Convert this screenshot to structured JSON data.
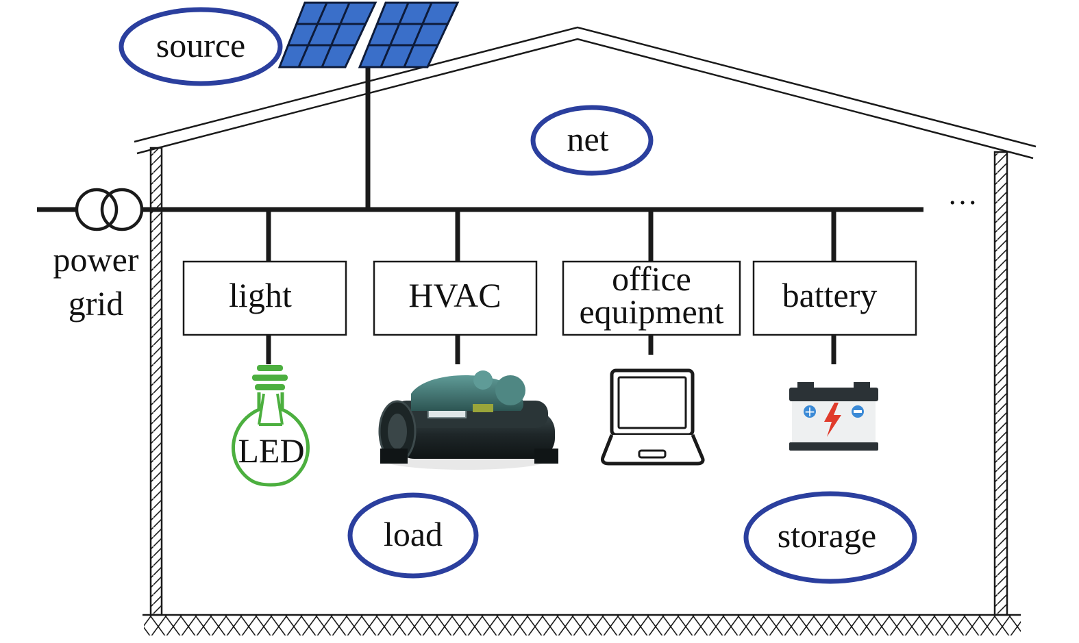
{
  "labels": {
    "source": "source",
    "net": "net",
    "load": "load",
    "storage": "storage",
    "power": "power",
    "grid": "grid",
    "light": "light",
    "hvac": "HVAC",
    "office_line1": "office",
    "office_line2": "equipment",
    "battery": "battery",
    "led": "LED",
    "ellipsis": "…"
  },
  "colors": {
    "oval_border": "#2b3f9e",
    "solar_panel": "#3a6fc9",
    "line": "#1a1a1a",
    "led_bulb": "#4caf3f",
    "battery_bolt": "#e03b2b",
    "battery_terminal": "#3b8ad6"
  },
  "icons": {
    "source": "solar-panel-icon",
    "light": "led-bulb-icon",
    "hvac": "chiller-icon",
    "office": "laptop-icon",
    "battery": "car-battery-icon",
    "grid": "transformer-icon"
  }
}
